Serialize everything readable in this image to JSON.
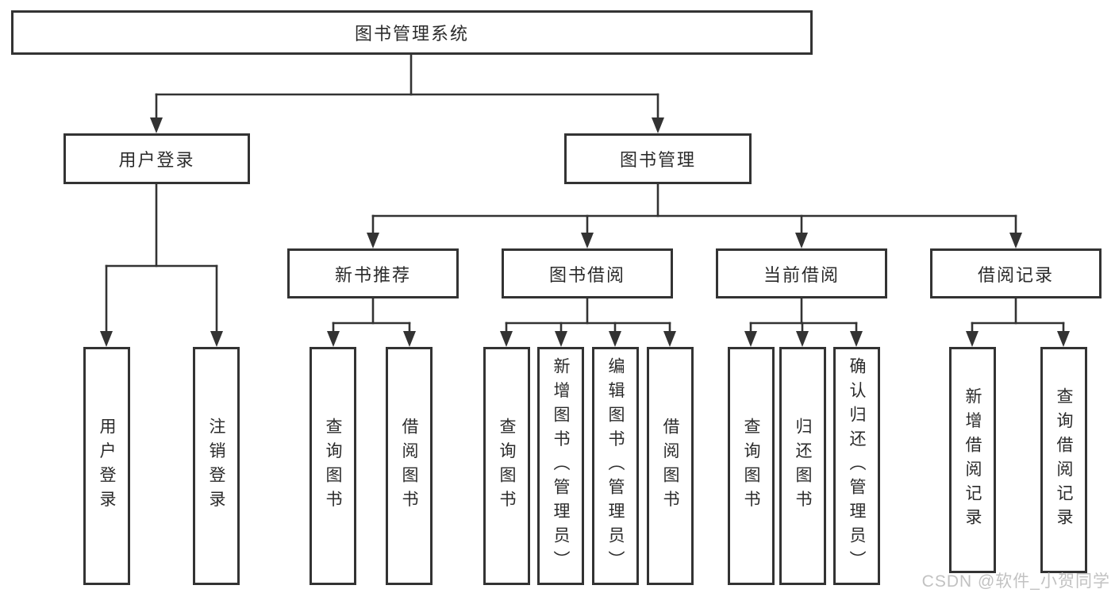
{
  "tree": {
    "root": "图书管理系统",
    "branches": [
      {
        "label": "用户登录",
        "children": [
          "用户登录",
          "注销登录"
        ]
      },
      {
        "label": "图书管理",
        "groups": [
          {
            "label": "新书推荐",
            "children": [
              "查询图书",
              "借阅图书"
            ]
          },
          {
            "label": "图书借阅",
            "children": [
              "查询图书",
              "新增图书（管理员）",
              "编辑图书（管理员）",
              "借阅图书"
            ]
          },
          {
            "label": "当前借阅",
            "children": [
              "查询图书",
              "归还图书",
              "确认归还（管理员）"
            ]
          },
          {
            "label": "借阅记录",
            "children": [
              "新增借阅记录",
              "查询借阅记录"
            ]
          }
        ]
      }
    ]
  },
  "watermark": "CSDN @软件_小贺同学",
  "colors": {
    "line": "#333333",
    "box_border": "#333333",
    "text": "#2b2b2b",
    "watermark": "#c2c2c2",
    "background": "#ffffff"
  }
}
